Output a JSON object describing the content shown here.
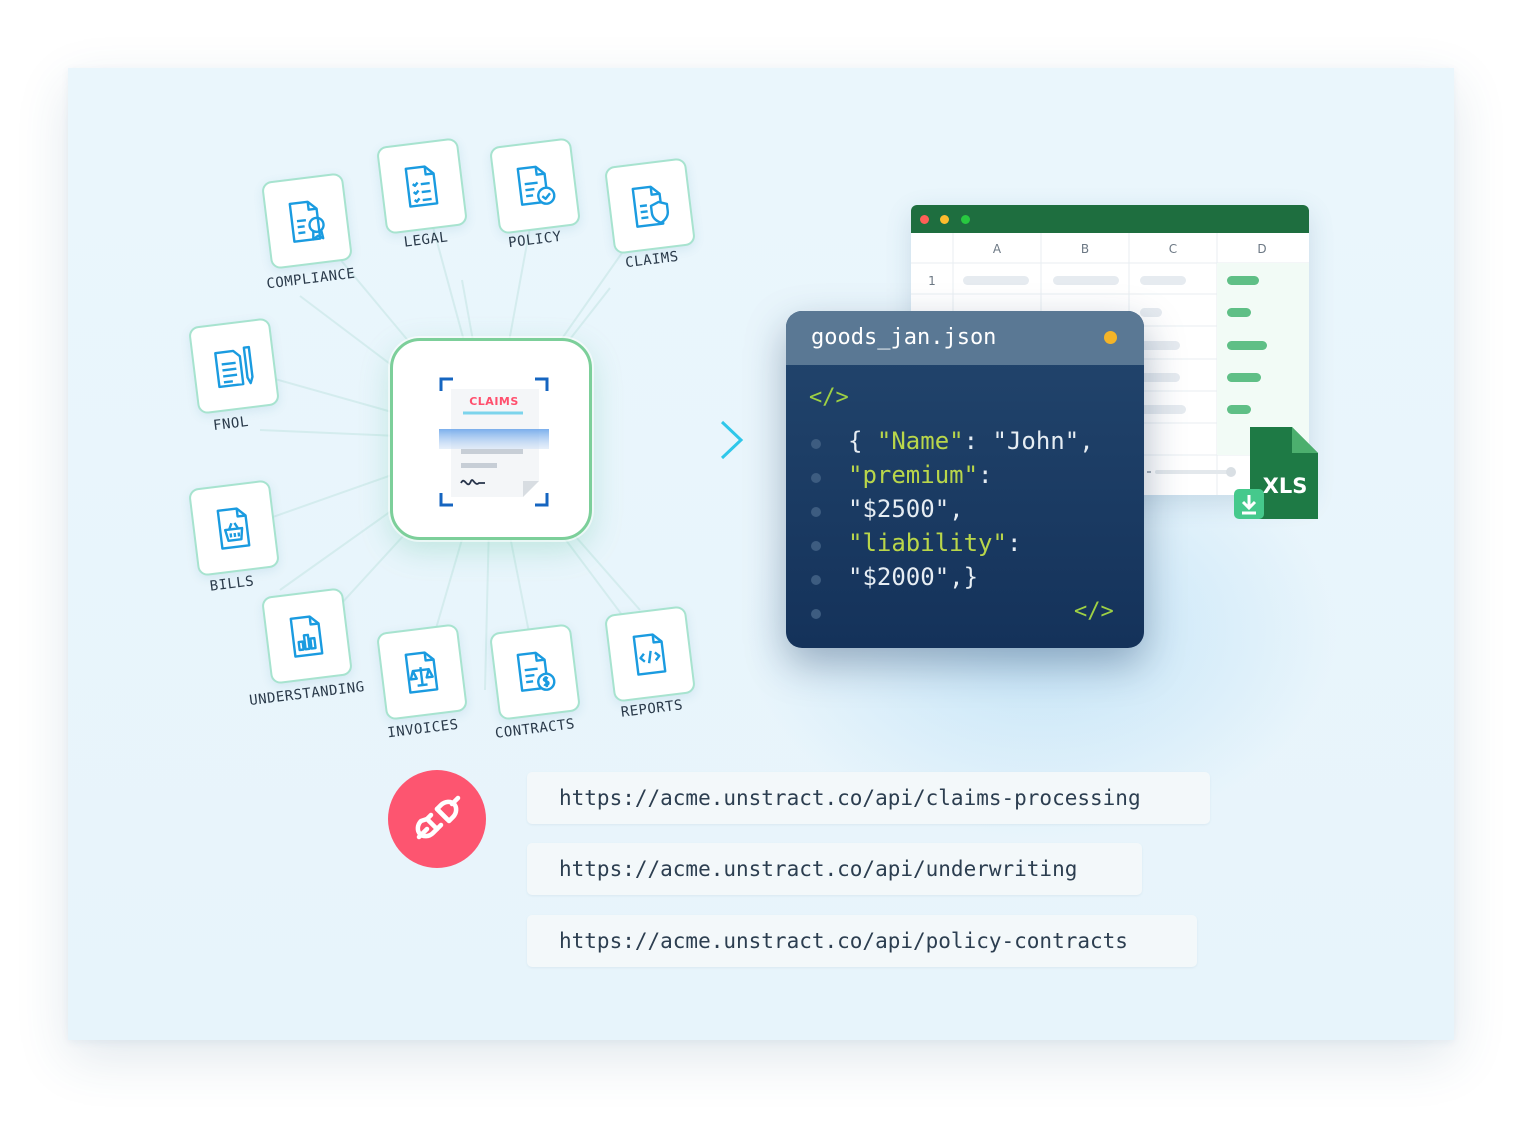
{
  "categories": [
    {
      "id": "compliance",
      "label": "COMPLIANCE",
      "icon": "document-badge-icon"
    },
    {
      "id": "legal",
      "label": "LEGAL",
      "icon": "document-checklist-icon"
    },
    {
      "id": "policy",
      "label": "POLICY",
      "icon": "document-check-icon"
    },
    {
      "id": "claims",
      "label": "CLAIMS",
      "icon": "document-shield-icon"
    },
    {
      "id": "fnol",
      "label": "FNOL",
      "icon": "document-pencil-icon"
    },
    {
      "id": "bills",
      "label": "BILLS",
      "icon": "document-basket-icon"
    },
    {
      "id": "understanding",
      "label": "UNDERSTANDING",
      "icon": "document-chart-icon"
    },
    {
      "id": "invoices",
      "label": "INVOICES",
      "icon": "document-scales-icon"
    },
    {
      "id": "contracts",
      "label": "CONTRACTS",
      "icon": "document-coin-icon"
    },
    {
      "id": "reports",
      "label": "REPORTS",
      "icon": "document-code-icon"
    }
  ],
  "center_document": {
    "title": "CLAIMS"
  },
  "spreadsheet": {
    "columns": [
      "A",
      "B",
      "C",
      "D"
    ],
    "rows": [
      "1"
    ]
  },
  "json_preview": {
    "filename": "goods_jan.json",
    "open_tag": "</>",
    "close_tag": "</>",
    "line1_brace": "{ ",
    "line1_key": "\"Name\"",
    "line1_rest": ": \"John\",",
    "line2_key": "\"premium\"",
    "line2_rest": ":",
    "line3": "\"$2500\",",
    "line4_key": "\"liability\"",
    "line4_rest": ":",
    "line5": "\"$2000\",}"
  },
  "xls_badge": "XLS",
  "endpoints": [
    "https://acme.unstract.co/api/claims-processing",
    "https://acme.unstract.co/api/underwriting",
    "https://acme.unstract.co/api/policy-contracts"
  ],
  "colors": {
    "accent_blue": "#1a9be0",
    "tile_border": "#a7e3cf",
    "json_key": "#b9d64a",
    "plug": "#fd5570",
    "excel_green": "#1e6e3f"
  }
}
